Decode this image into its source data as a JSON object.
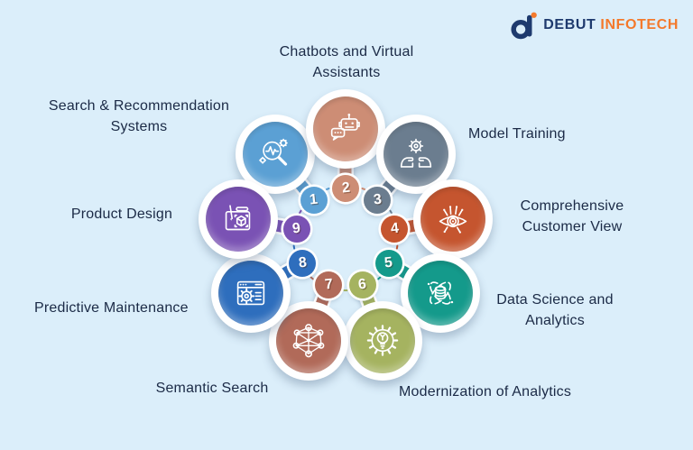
{
  "page": {
    "background": "#dbeefa"
  },
  "logo": {
    "brand_primary": "DEBUT",
    "brand_secondary": "INFOTECH",
    "primary_color": "#1e3a6e",
    "secondary_color": "#f4792b"
  },
  "diagram": {
    "label_color": "#1b2a46",
    "items": [
      {
        "number": "1",
        "label": "Search & Recommendation Systems",
        "color": "#5ba0d4",
        "icon": "search-analytics-icon"
      },
      {
        "number": "2",
        "label": "Chatbots and Virtual Assistants",
        "color": "#cd8d75",
        "icon": "chatbot-icon"
      },
      {
        "number": "3",
        "label": "Model Training",
        "color": "#6b7d8f",
        "icon": "hands-gear-icon"
      },
      {
        "number": "4",
        "label": "Comprehensive Customer View",
        "color": "#c5552f",
        "icon": "ai-eye-icon"
      },
      {
        "number": "5",
        "label": "Data Science and Analytics",
        "color": "#149a8b",
        "icon": "data-orbit-icon"
      },
      {
        "number": "6",
        "label": "Modernization of Analytics",
        "color": "#a5b360",
        "icon": "bulb-gear-icon"
      },
      {
        "number": "7",
        "label": "Semantic Search",
        "color": "#b16a59",
        "icon": "network-graph-icon"
      },
      {
        "number": "8",
        "label": "Predictive Maintenance",
        "color": "#2e6ebd",
        "icon": "window-gear-icon"
      },
      {
        "number": "9",
        "label": "Product Design",
        "color": "#7a52b4",
        "icon": "design-tablet-icon"
      }
    ]
  }
}
